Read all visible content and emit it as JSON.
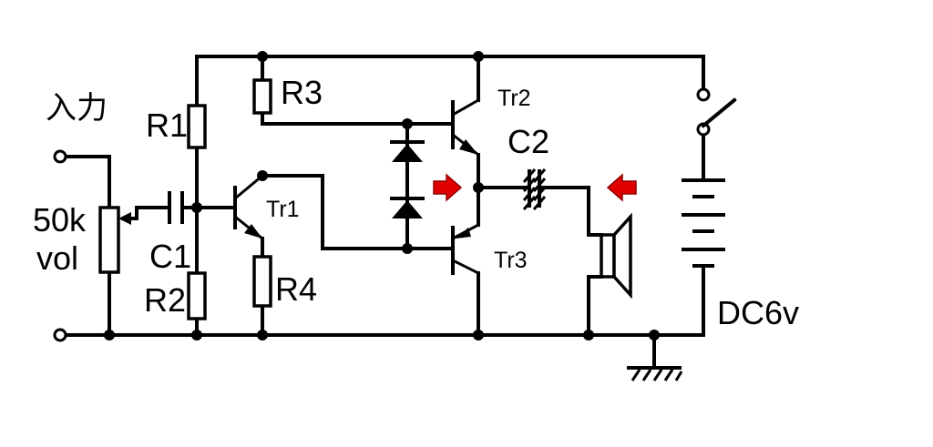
{
  "labels": {
    "input": "入力",
    "pot_value": "50k",
    "pot_name": "vol",
    "r1": "R1",
    "r2": "R2",
    "r3": "R3",
    "r4": "R4",
    "c1": "C1",
    "c2": "C2",
    "tr1": "Tr1",
    "tr2": "Tr2",
    "tr3": "Tr3",
    "supply": "DC6v"
  },
  "colors": {
    "wire": "#000000",
    "arrow": "#e00000"
  },
  "icons": {
    "arrows": [
      "right-arrow-icon",
      "left-arrow-icon"
    ],
    "ground": "ground-icon",
    "speaker": "speaker-icon",
    "battery": "battery-icon",
    "switch": "switch-icon"
  }
}
